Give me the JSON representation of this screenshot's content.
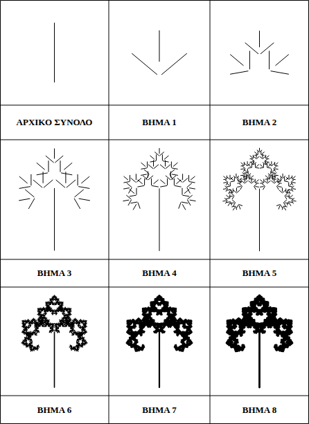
{
  "diagram": {
    "labels": [
      "ΑΡΧΙΚΟ ΣΥΝΟΛΟ",
      "ΒΗΜΑ 1",
      "ΒΗΜΑ 2",
      "ΒΗΜΑ 3",
      "ΒΗΜΑ 4",
      "ΒΗΜΑ 5",
      "ΒΗΜΑ 6",
      "ΒΗΜΑ 7",
      "ΒΗΜΑ 8"
    ]
  }
}
